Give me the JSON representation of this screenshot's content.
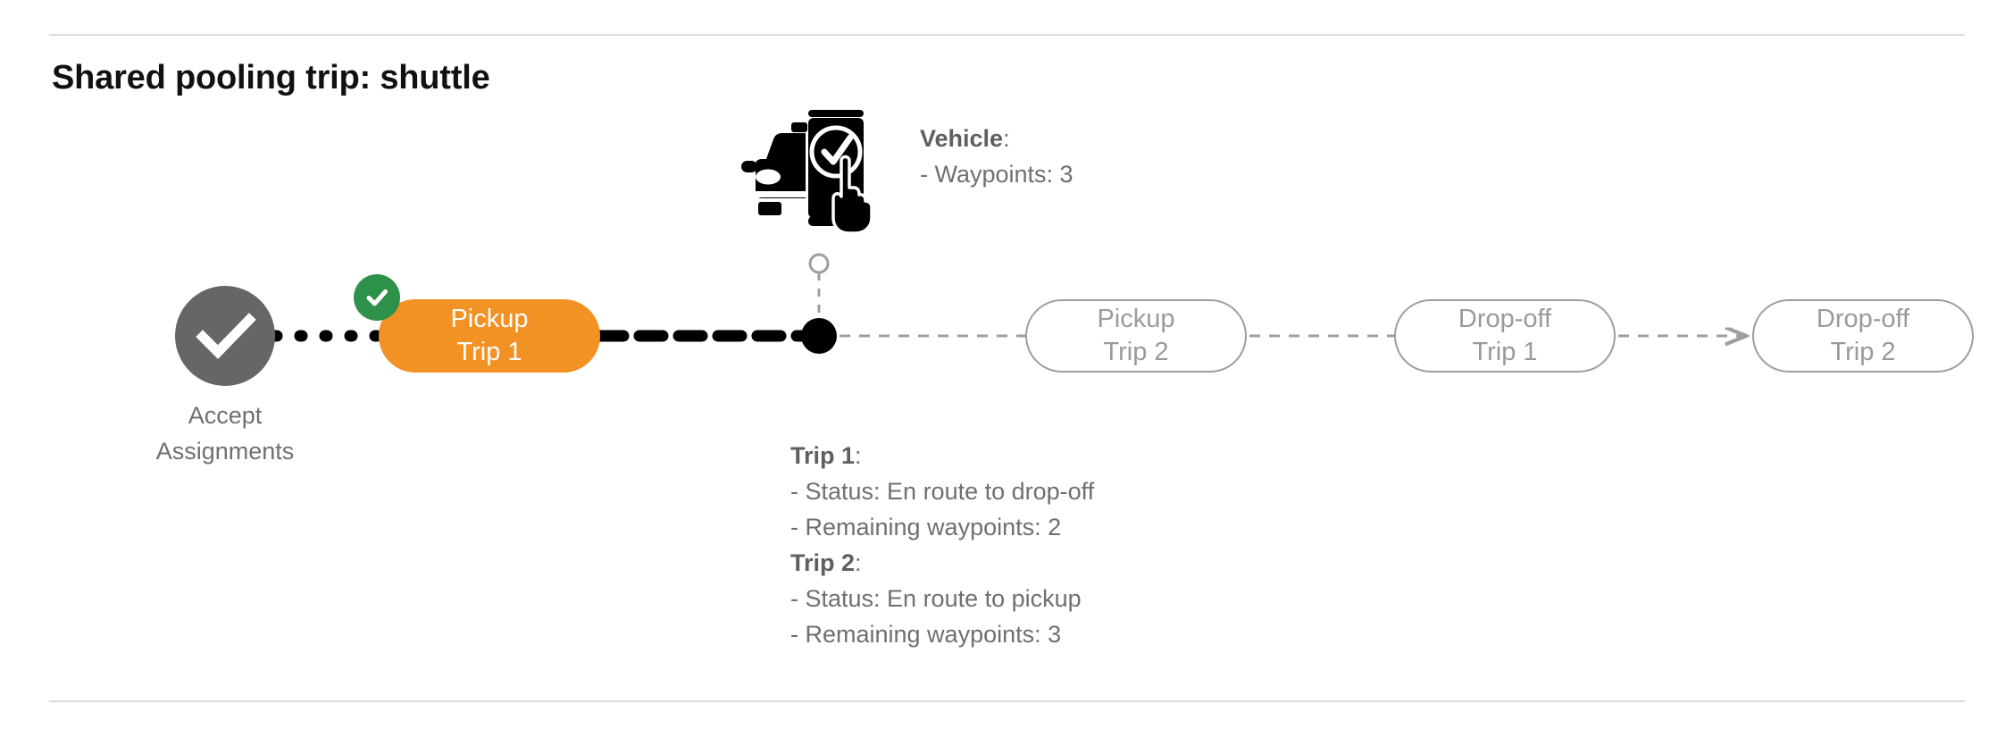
{
  "page": {
    "title": "Shared pooling trip: shuttle"
  },
  "colors": {
    "active_node": "#F29124",
    "completed_badge": "#2E9149",
    "accept_node": "#666666",
    "pending_node_border": "#9e9e9e",
    "pending_node_text": "#9a9a9a",
    "info_text": "#6f6f6f",
    "divider": "#dadce0",
    "completed_path": "#000000",
    "pending_path": "#9e9e9e"
  },
  "flow": {
    "accept_node": {
      "label": "Accept\nAssignments",
      "icon": "check-circle-icon",
      "state": "completed"
    },
    "nodes": [
      {
        "line1": "Pickup",
        "line2": "Trip 1",
        "state": "active",
        "badge": "check-icon"
      },
      {
        "line1": "Pickup",
        "line2": "Trip 2",
        "state": "pending",
        "badge": null
      },
      {
        "line1": "Drop-off",
        "line2": "Trip 1",
        "state": "pending",
        "badge": null
      },
      {
        "line1": "Drop-off",
        "line2": "Trip 2",
        "state": "pending",
        "badge": null
      }
    ],
    "vehicle_marker": {
      "icon": "car-phone-check-icon",
      "position_dot": "current-vehicle-position"
    }
  },
  "vehicle_info": {
    "heading": "Vehicle",
    "heading_suffix": ":",
    "rows": [
      "- Waypoints: 3"
    ]
  },
  "trip_info": {
    "trip1": {
      "heading": "Trip 1",
      "heading_suffix": ":",
      "rows": [
        "- Status:  En route to drop-off",
        "- Remaining waypoints: 2"
      ]
    },
    "trip2": {
      "heading": "Trip 2",
      "heading_suffix": ":",
      "rows": [
        "- Status:  En route to pickup",
        "- Remaining waypoints: 3"
      ]
    }
  }
}
